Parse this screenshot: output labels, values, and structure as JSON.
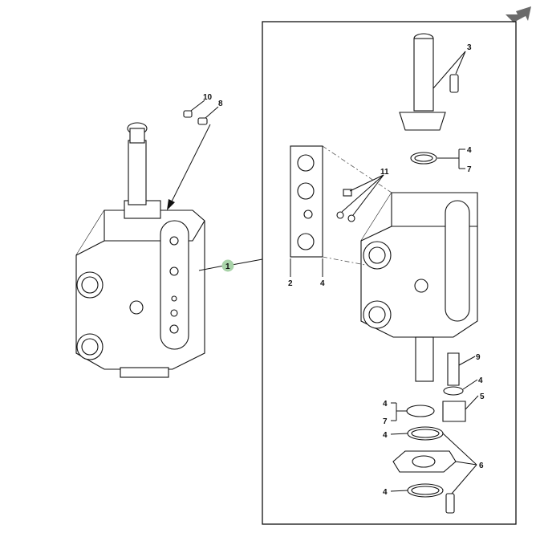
{
  "diagram": {
    "callouts": {
      "c10": "10",
      "c8": "8",
      "c1": "1",
      "c3": "3",
      "c4a": "4",
      "c7a": "7",
      "c11": "11",
      "c2": "2",
      "c4b": "4",
      "c9": "9",
      "c4c": "4",
      "c5": "5",
      "c4d": "4",
      "c7b": "7",
      "c4e": "4",
      "c6": "6",
      "c4f": "4"
    },
    "colors": {
      "highlight": "#a9d3a9",
      "nav_arrow": "#6b6b6b"
    }
  }
}
